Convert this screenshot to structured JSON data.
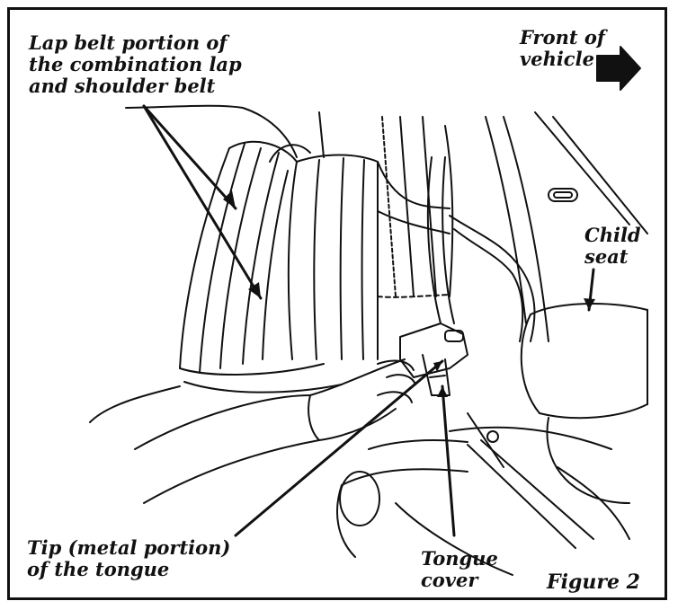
{
  "labels": {
    "lap_belt": "Lap belt portion of\nthe combination lap\nand shoulder belt",
    "front_of_vehicle": "Front of\nvehicle",
    "child_seat": "Child\nseat",
    "tip_of_tongue": "Tip (metal portion)\nof the tongue",
    "tongue_cover": "Tongue\ncover",
    "figure": "Figure 2"
  },
  "icons": {
    "front_arrow": "arrow-right-icon"
  }
}
